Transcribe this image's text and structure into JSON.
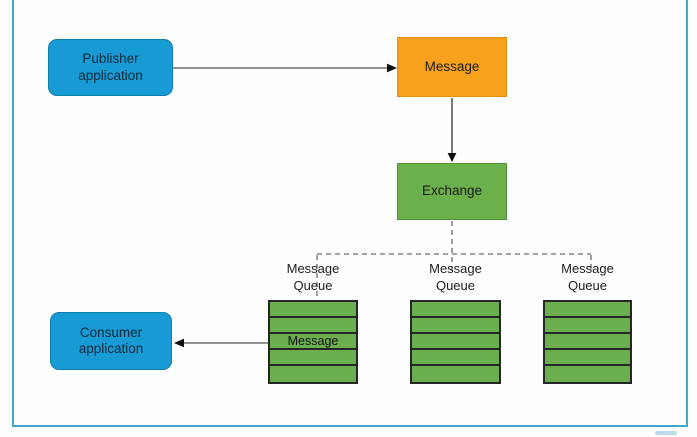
{
  "diagram": {
    "nodes": {
      "publisher": {
        "label": "Publisher application",
        "color": "#189bd5"
      },
      "message": {
        "label": "Message",
        "color": "#f7a11c"
      },
      "exchange": {
        "label": "Exchange",
        "color": "#6cb04c"
      },
      "consumer": {
        "label": "Consumer application",
        "color": "#189bd5"
      }
    },
    "queues": [
      {
        "label": "Message Queue",
        "rows": [
          "",
          "",
          "Message",
          "",
          ""
        ]
      },
      {
        "label": "Message Queue",
        "rows": [
          "",
          "",
          "",
          "",
          ""
        ]
      },
      {
        "label": "Message Queue",
        "rows": [
          "",
          "",
          "",
          "",
          ""
        ]
      }
    ],
    "connections": [
      {
        "from": "publisher",
        "to": "message",
        "style": "solid-arrow"
      },
      {
        "from": "message",
        "to": "exchange",
        "style": "solid-arrow"
      },
      {
        "from": "exchange",
        "to": "queue-1",
        "style": "dashed"
      },
      {
        "from": "exchange",
        "to": "queue-2",
        "style": "dashed"
      },
      {
        "from": "exchange",
        "to": "queue-3",
        "style": "dashed"
      },
      {
        "from": "queue-1",
        "to": "consumer",
        "style": "solid-arrow"
      }
    ]
  },
  "colors": {
    "frame": "#45a6cb",
    "queue_green": "#6bae4e",
    "queue_border": "#262626",
    "line_gray": "#666666",
    "arrowhead": "#111111"
  }
}
